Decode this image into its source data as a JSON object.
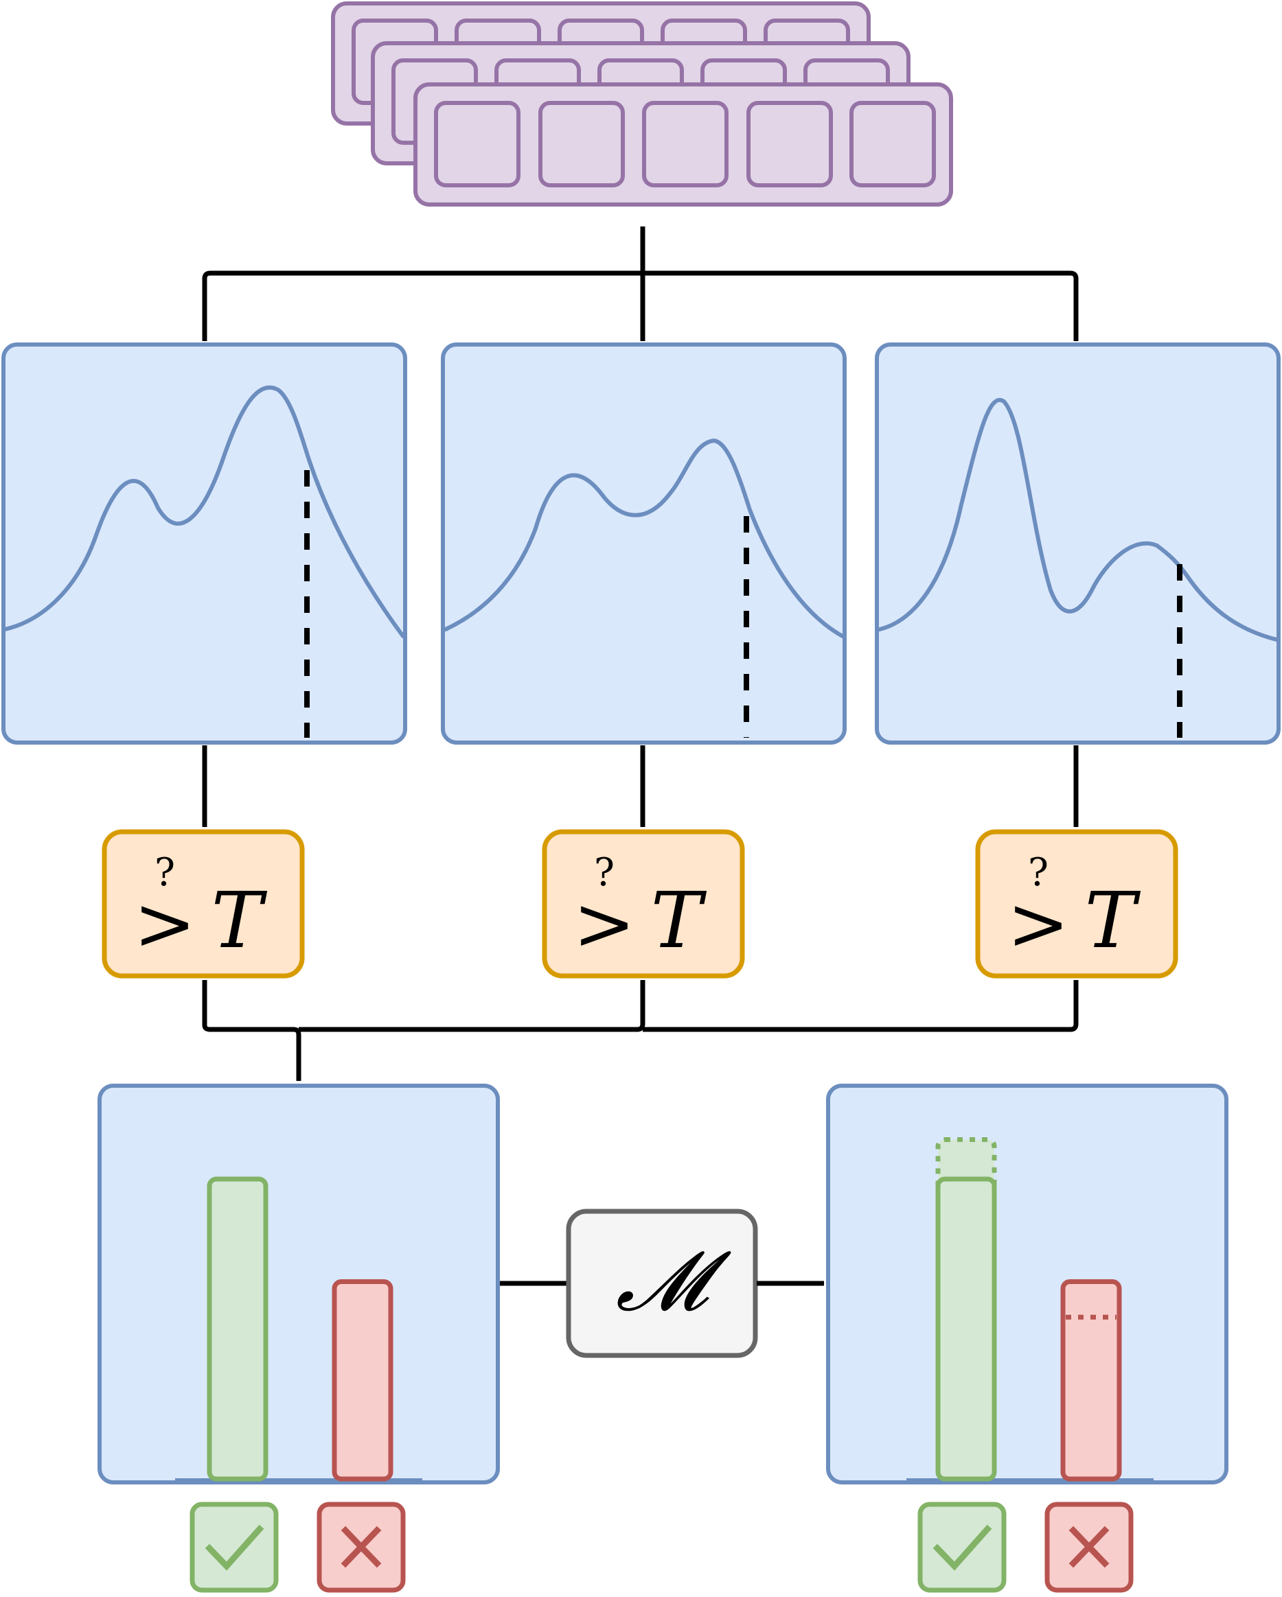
{
  "colors": {
    "stack_fill": "#e1d5e7",
    "stack_stroke": "#9673a6",
    "panel_fill": "#dae8fc",
    "panel_stroke": "#6c8ebf",
    "threshold_fill": "#ffe6cc",
    "threshold_stroke": "#d79b00",
    "model_fill": "#f5f5f5",
    "model_stroke": "#666666",
    "accept_fill": "#d5e8d4",
    "accept_stroke": "#82b366",
    "reject_fill": "#f8cecc",
    "reject_stroke": "#b85450",
    "line": "#000000"
  },
  "threshold": {
    "question_mark": "?",
    "comparator": ">",
    "symbol": "T"
  },
  "model": {
    "symbol": "𝓜"
  },
  "icons": {
    "accept": "check-icon",
    "reject": "cross-icon"
  },
  "distributions": [
    {
      "id": "left",
      "shape": "bimodal-major-right",
      "threshold_marker": "dashed"
    },
    {
      "id": "center",
      "shape": "bimodal-balanced",
      "threshold_marker": "dashed"
    },
    {
      "id": "right",
      "shape": "bimodal-major-left",
      "threshold_marker": "dashed"
    }
  ],
  "histograms": {
    "before": {
      "accept_fraction": 0.76,
      "reject_fraction": 0.5
    },
    "after": {
      "accept_fraction": 0.76,
      "accept_ghost_fraction": 0.86,
      "reject_fraction": 0.5,
      "reject_ghost_fraction": 0.41
    }
  }
}
